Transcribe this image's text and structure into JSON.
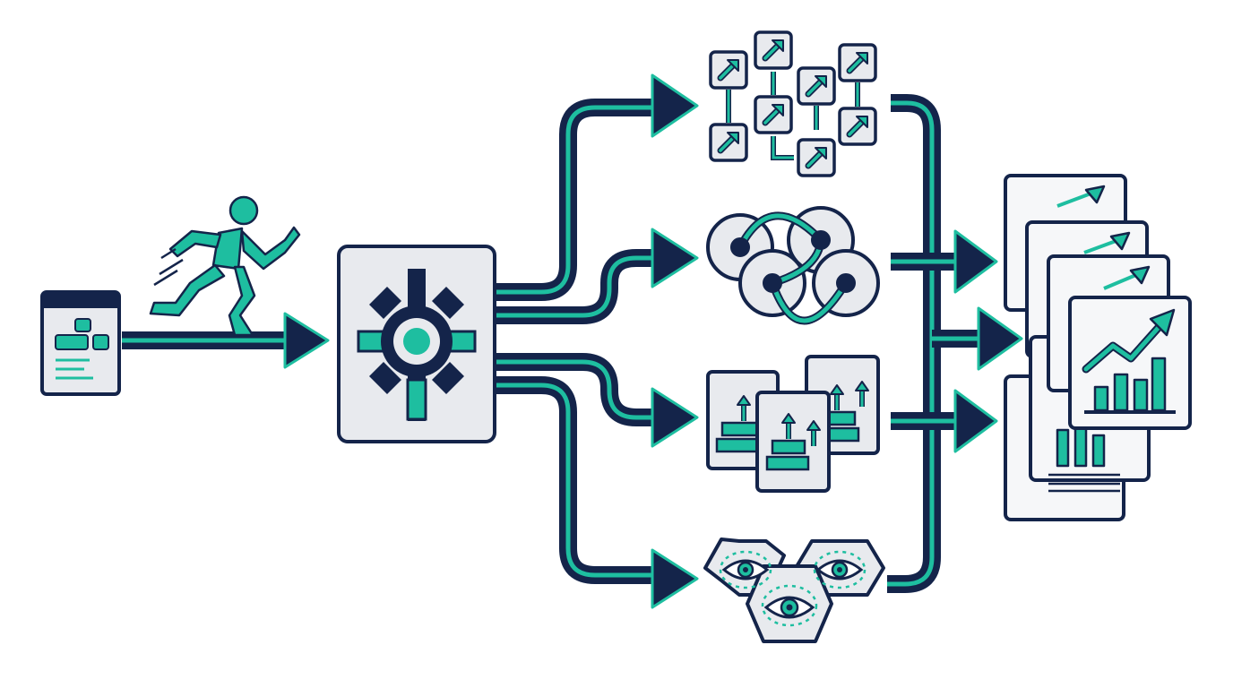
{
  "diagram": {
    "type": "flow-pipeline",
    "text_labels": [],
    "colors": {
      "navy": "#14244a",
      "teal": "#1ebea0",
      "panel": "#e8eaee",
      "background": "#ffffff",
      "light": "#f6f7f9"
    },
    "nodes": [
      {
        "id": "input-document",
        "icon": "document-icon"
      },
      {
        "id": "runner",
        "icon": "running-person-icon"
      },
      {
        "id": "processor",
        "icon": "gear-icon"
      },
      {
        "id": "network-grid",
        "icon": "arrow-grid-icon"
      },
      {
        "id": "circle-cluster",
        "icon": "linked-circles-icon"
      },
      {
        "id": "step-charts",
        "icon": "step-chart-icon"
      },
      {
        "id": "eye-hexagons",
        "icon": "eye-icon"
      },
      {
        "id": "report-stack",
        "icon": "growth-chart-icon"
      }
    ],
    "edges": [
      {
        "from": "input-document",
        "to": "processor"
      },
      {
        "from": "processor",
        "to": "network-grid"
      },
      {
        "from": "processor",
        "to": "circle-cluster"
      },
      {
        "from": "processor",
        "to": "step-charts"
      },
      {
        "from": "processor",
        "to": "eye-hexagons"
      },
      {
        "from": "network-grid",
        "to": "report-stack"
      },
      {
        "from": "circle-cluster",
        "to": "report-stack"
      },
      {
        "from": "step-charts",
        "to": "report-stack"
      },
      {
        "from": "eye-hexagons",
        "to": "report-stack"
      }
    ]
  }
}
